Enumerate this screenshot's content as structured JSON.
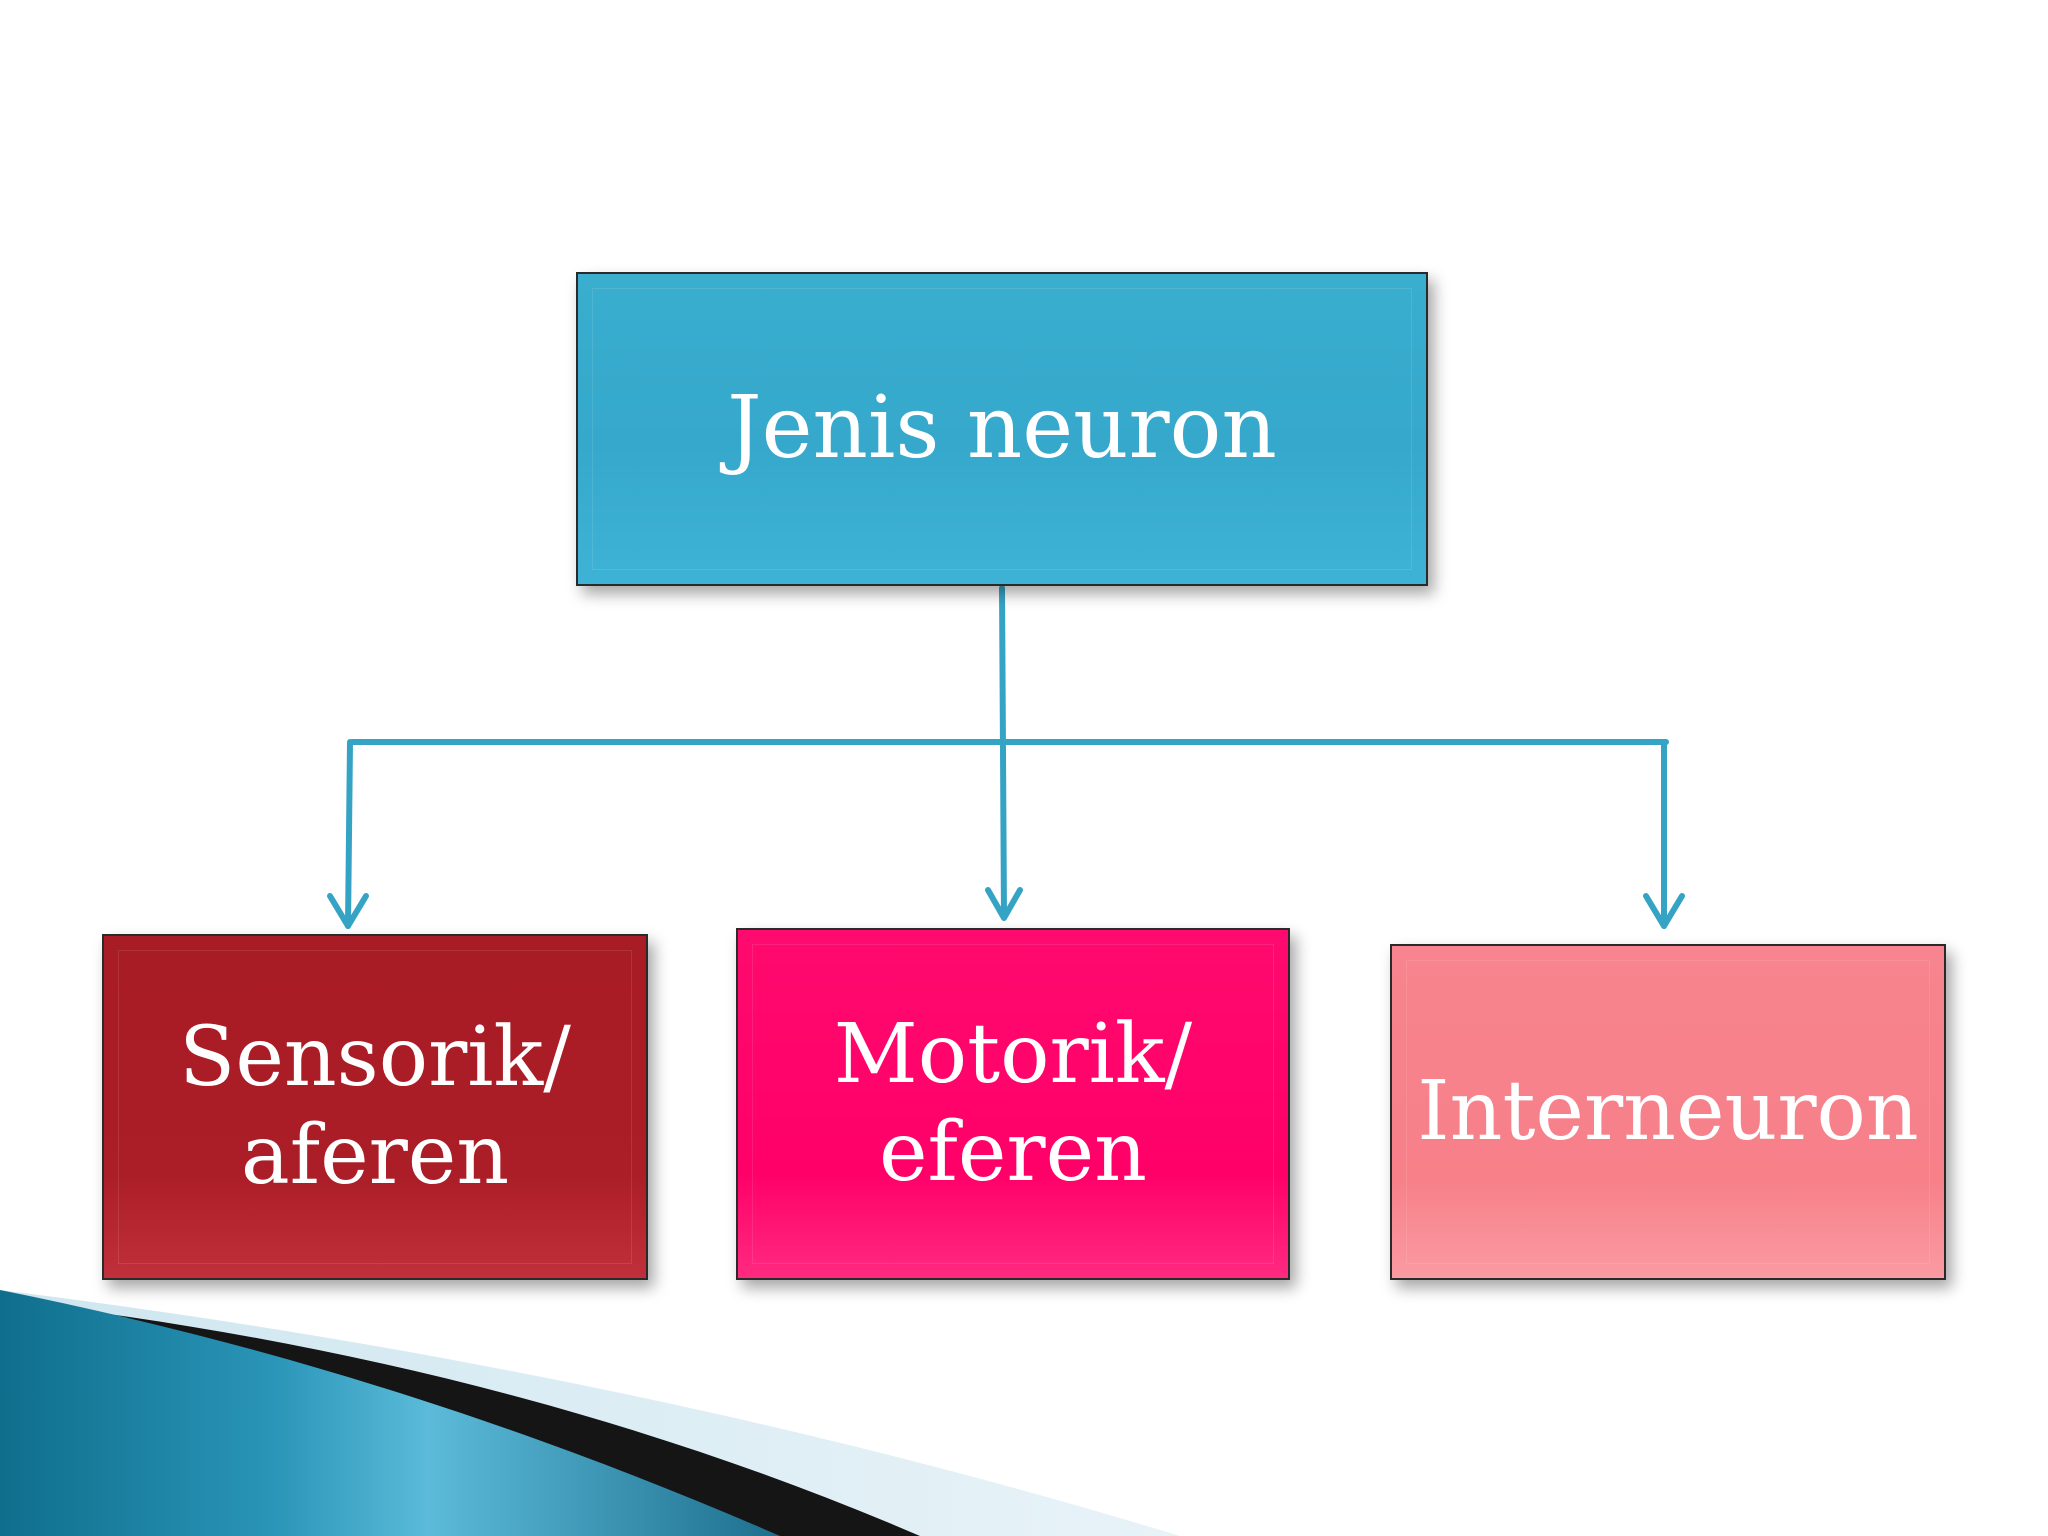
{
  "diagram": {
    "root": {
      "label": "Jenis neuron",
      "color": "#36aacc"
    },
    "children": [
      {
        "id": "sensorik",
        "label": "Sensorik/\naferen",
        "color": "#aa1d27"
      },
      {
        "id": "motorik",
        "label": "Motorik/\neferen",
        "color": "#ff006a"
      },
      {
        "id": "interneuron",
        "label": "Interneuron",
        "color": "#f7818a"
      }
    ],
    "connector_color": "#35a4c4"
  }
}
